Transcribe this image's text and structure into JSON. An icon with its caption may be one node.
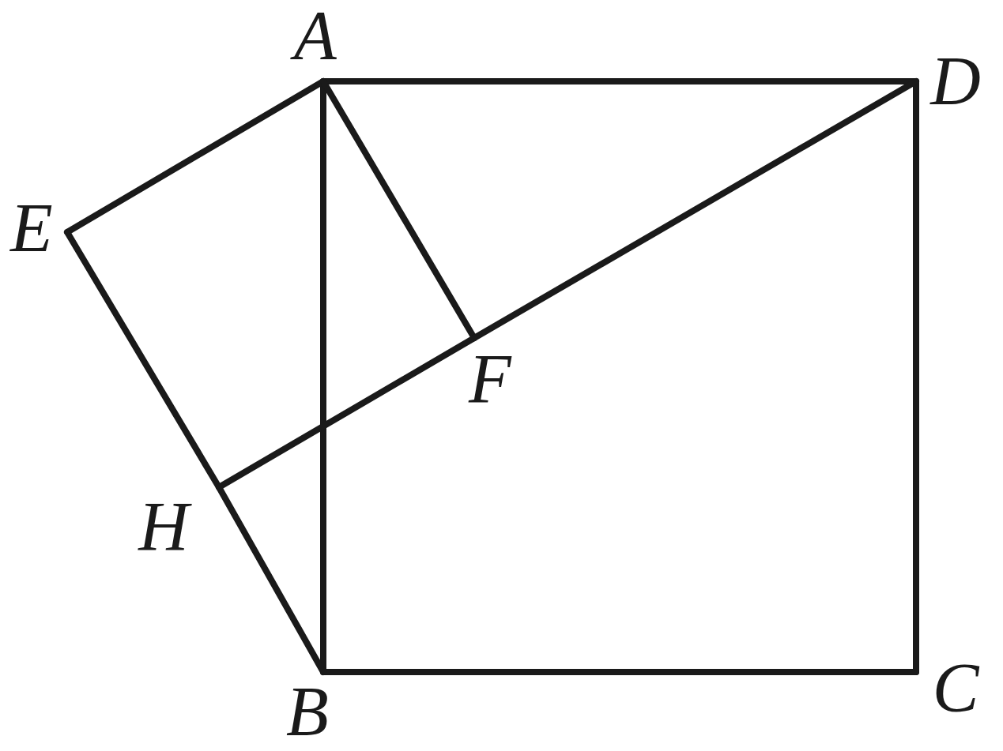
{
  "diagram": {
    "nodes": [
      {
        "text": [
          "A"
        ]
      },
      {
        "text": [
          "B"
        ]
      },
      {
        "text": [
          "C"
        ]
      },
      {
        "text": [
          "D"
        ]
      },
      {
        "text": [
          "E"
        ]
      },
      {
        "text": [
          "F"
        ]
      },
      {
        "text": [
          "H"
        ]
      }
    ],
    "edges": [
      {
        "from": 0,
        "to": 3,
        "arrow": "none"
      },
      {
        "from": 3,
        "to": 2,
        "arrow": "none"
      },
      {
        "from": 2,
        "to": 1,
        "arrow": "none"
      },
      {
        "from": 1,
        "to": 0,
        "arrow": "none"
      },
      {
        "from": 0,
        "to": 4,
        "arrow": "none"
      },
      {
        "from": 4,
        "to": 6,
        "arrow": "none"
      },
      {
        "from": 6,
        "to": 1,
        "arrow": "none"
      },
      {
        "from": 0,
        "to": 5,
        "arrow": "none"
      },
      {
        "from": 3,
        "to": 5,
        "arrow": "none"
      },
      {
        "from": 5,
        "to": 6,
        "arrow": "none"
      }
    ]
  }
}
